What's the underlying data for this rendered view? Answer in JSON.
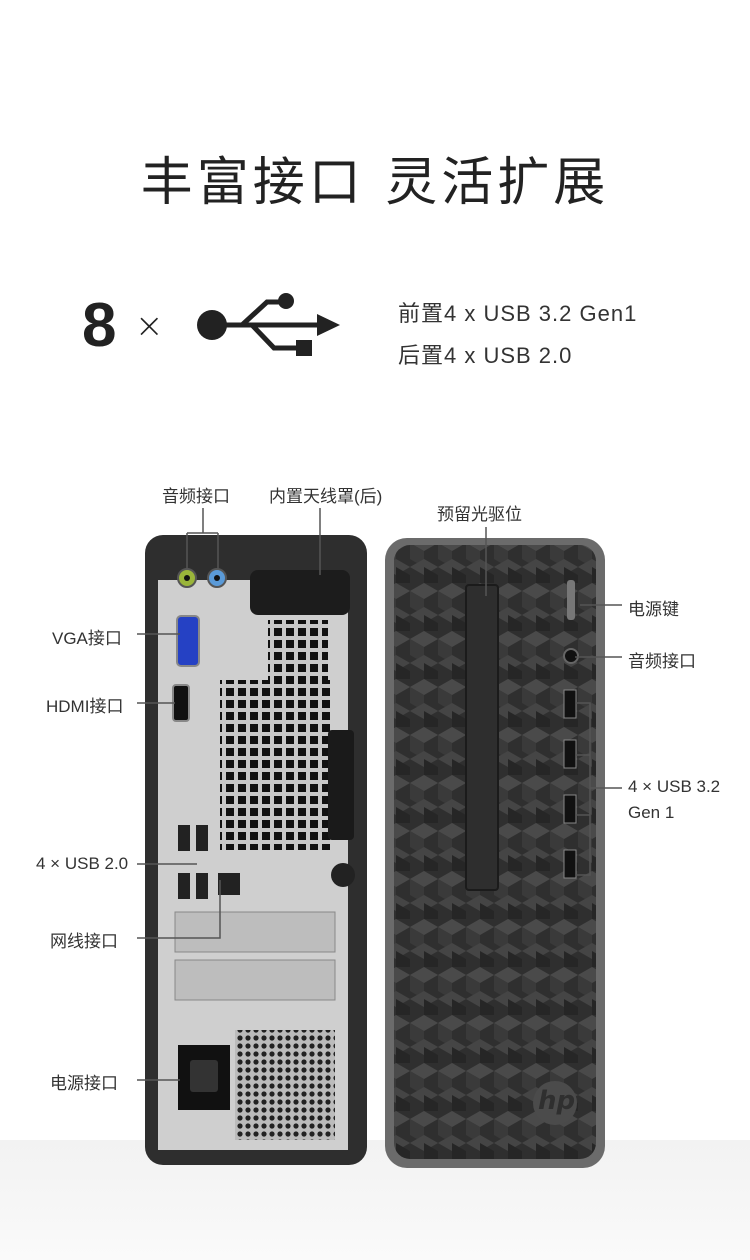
{
  "title": "丰富接口  灵活扩展",
  "usb_summary": {
    "count": "8",
    "times": "×",
    "front": "前置4 x USB 3.2 Gen1",
    "rear": "后置4 x USB 2.0"
  },
  "labels": {
    "rear_audio": "音频接口",
    "antenna": "内置天线罩(后)",
    "optical": "预留光驱位",
    "vga": "VGA接口",
    "hdmi": "HDMI接口",
    "rear_usb": "4 × USB 2.0",
    "lan": "网线接口",
    "power_port": "电源接口",
    "power_button": "电源键",
    "front_audio": "音频接口",
    "front_usb_line1": "4 × USB 3.2",
    "front_usb_line2": "Gen 1"
  },
  "brand": "hp",
  "colors": {
    "text": "#222222",
    "case": "#2b2b2b",
    "plate": "#c9c9c9",
    "vga": "#1f3fbf"
  }
}
